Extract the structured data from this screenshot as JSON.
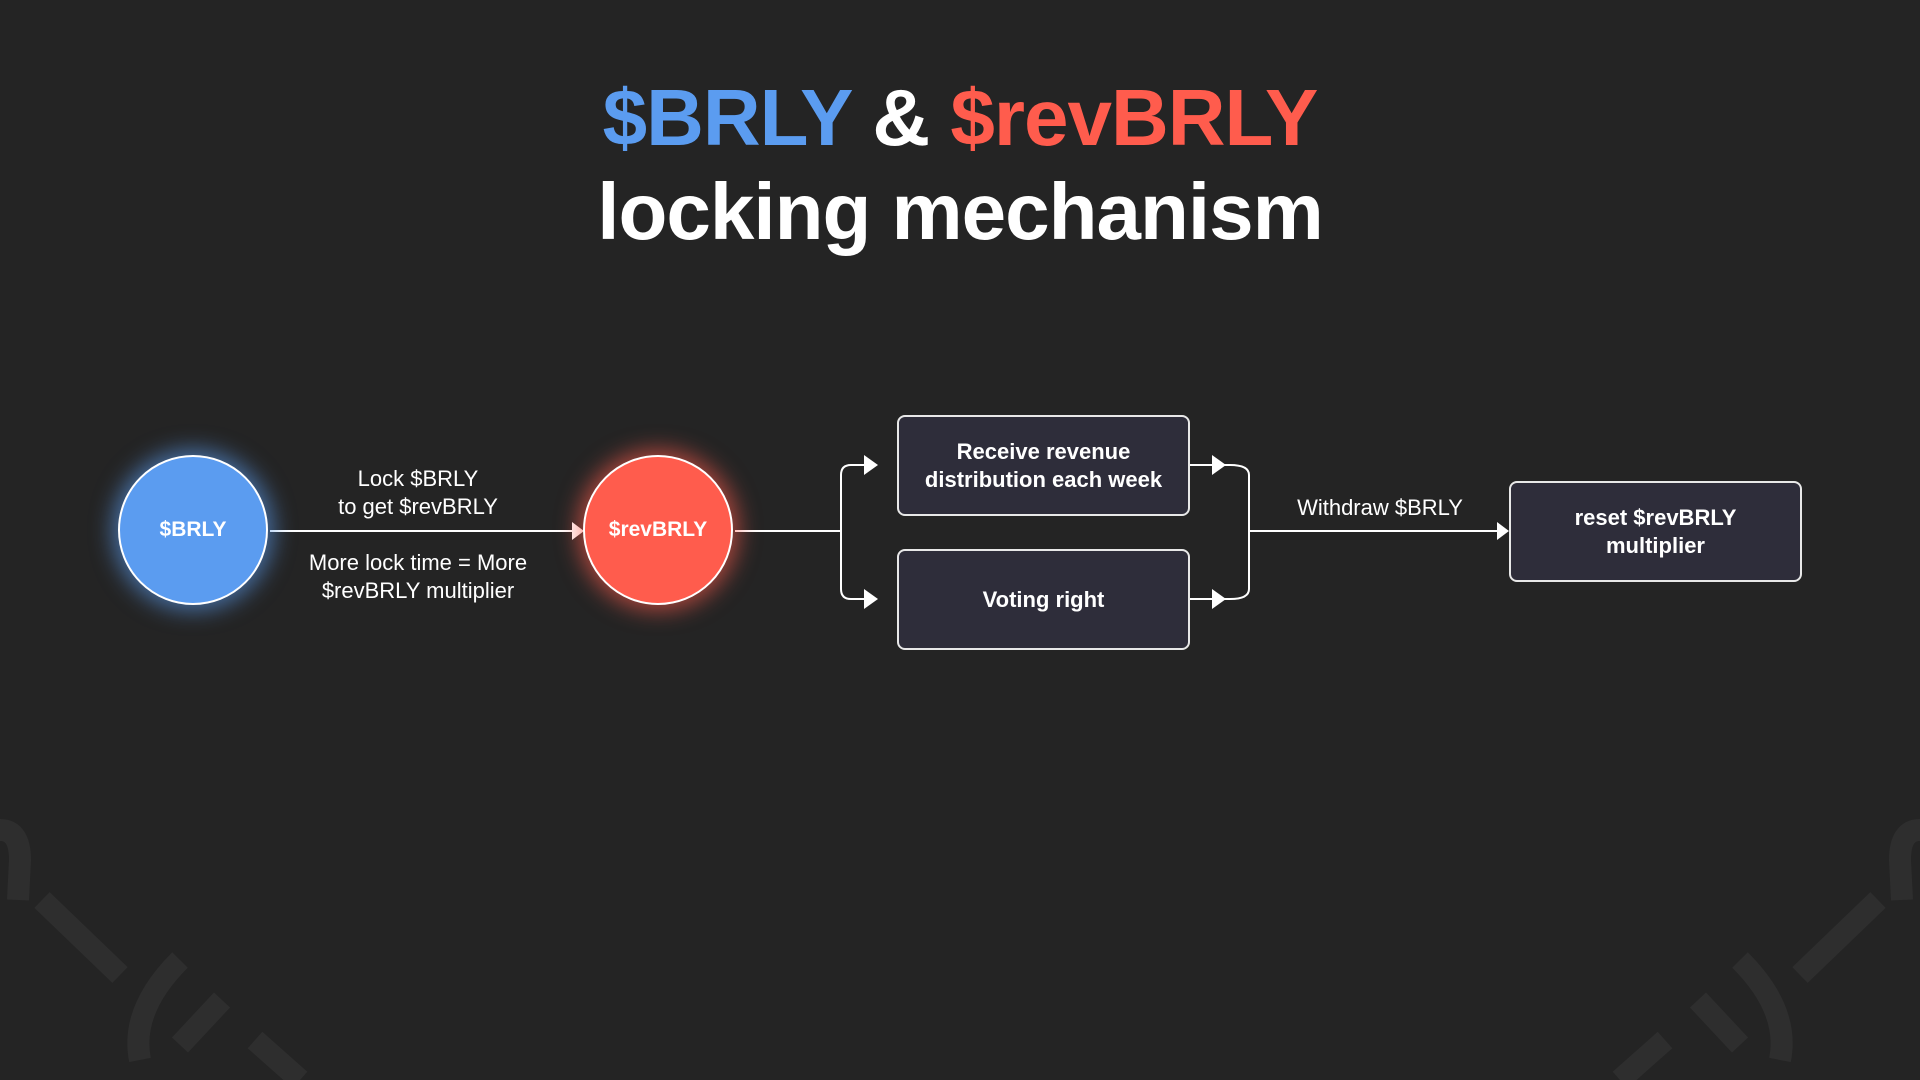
{
  "title": {
    "token_a": "$BRLY",
    "ampersand": "&",
    "token_b": "$revBRLY",
    "line2": "locking mechanism"
  },
  "nodes": {
    "brly": "$BRLY",
    "revbrly": "$revBRLY",
    "revenue": "Receive revenue distribution each week",
    "voting": "Voting right",
    "reset": "reset $revBRLY multiplier"
  },
  "labels": {
    "lock_line1": "Lock $BRLY",
    "lock_line2": "to get $revBRLY",
    "more_line1": "More lock time = More",
    "more_line2": "$revBRLY multiplier",
    "withdraw": "Withdraw $BRLY"
  },
  "colors": {
    "background": "#242424",
    "brly": "#5b9cf0",
    "revbrly": "#ff5c4d",
    "box": "#2e2d3a"
  }
}
